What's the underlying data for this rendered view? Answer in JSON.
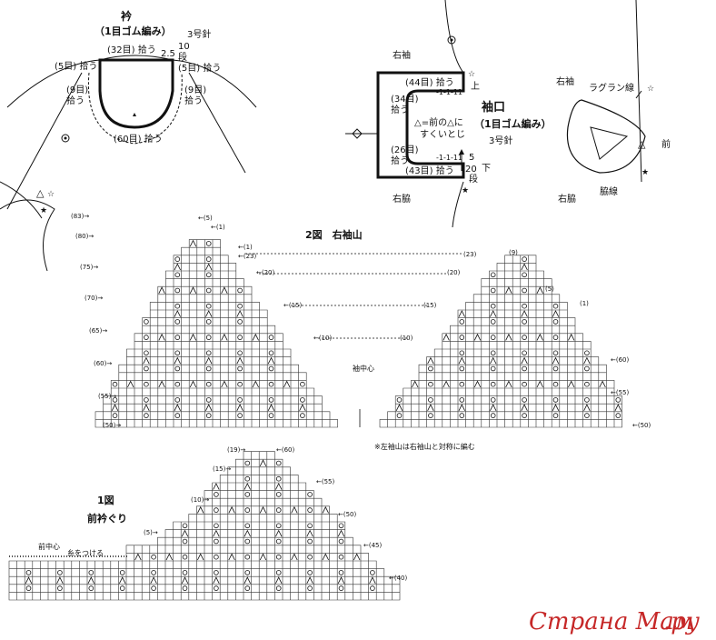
{
  "collar": {
    "title": "衿",
    "subtitle": "（1目ゴム編み）",
    "needle": "3号針",
    "top_pick": "(32目) 拾う",
    "left_pick": "(5目) 拾う",
    "right_pick": "(5目) 拾う",
    "left_side_pick_count": "(9目)",
    "left_side_pick_word": "拾う",
    "right_side_pick_count": "(9目)",
    "right_side_pick_word": "拾う",
    "bottom_pick": "(60目) 拾う",
    "height_cm": "2.5",
    "height_rows": "10",
    "height_unit": "段"
  },
  "cuff": {
    "title": "袖口",
    "subtitle": "（1目ゴム編み）",
    "needle": "3号針",
    "sleeve_label": "右袖",
    "side_label": "右脇",
    "top_pick": "(44目) 拾う",
    "mid_pick_top_count": "(34目)",
    "mid_pick_top_word": "拾う",
    "mid_pick_bottom_count": "(26目)",
    "mid_pick_bottom_word": "拾う",
    "bottom_pick": "(43目) 拾う",
    "note_line1": "△=前の△に",
    "note_line2": "すくいとじ",
    "up_label": "上",
    "down_label": "下",
    "height_cm": "5",
    "height_rows": "20",
    "height_unit": "段",
    "dec_mark": "-1-1-11"
  },
  "small_diagram": {
    "sleeve_label": "右袖",
    "raglan_label": "ラグラン線",
    "front_label": "前",
    "side_label": "右脇",
    "side_line_label": "脇線"
  },
  "chart2": {
    "title": "2図　右袖山",
    "center_label": "袖中心",
    "note": "※左袖山は右袖山と対称に編む",
    "left_rows": [
      "83",
      "80",
      "75",
      "70",
      "65",
      "60",
      "55",
      "50"
    ],
    "right_rows": [
      "60",
      "55",
      "50"
    ],
    "left_cols_top": [
      "5",
      "1"
    ],
    "inner_left_labels": [
      "1",
      "23",
      "20",
      "15",
      "10"
    ],
    "right_cols": [
      "23",
      "9",
      "20",
      "5",
      "15",
      "1",
      "10"
    ]
  },
  "chart1": {
    "title": "1図",
    "subtitle": "前衿ぐり",
    "front_center": "前中心",
    "attach_yarn": "糸をつける",
    "left_cols": [
      "19",
      "15",
      "10",
      "5"
    ],
    "right_rows": [
      "60",
      "55",
      "50",
      "45",
      "40"
    ]
  },
  "watermark": {
    "text_main": "Страна Мам",
    "text_dot": ".ру"
  },
  "colors": {
    "ink": "#111111",
    "grid": "#333333",
    "watermark": "#c62828"
  }
}
